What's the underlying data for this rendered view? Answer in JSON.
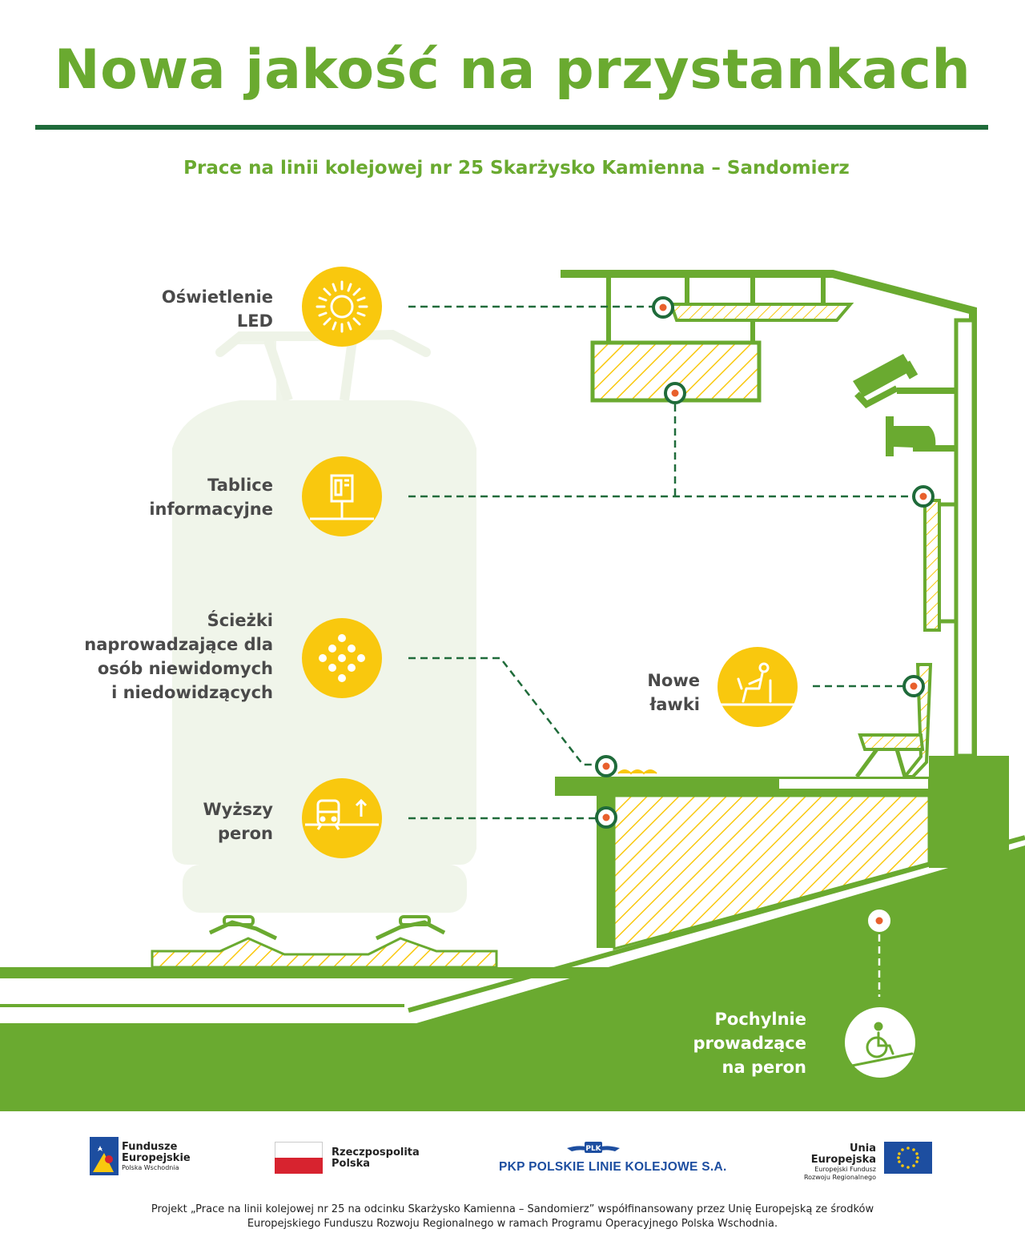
{
  "title": "Nowa jakość na przystankach",
  "subtitle": "Prace na linii kolejowej nr 25 Skarżysko Kamienna – Sandomierz",
  "features": [
    {
      "id": "led",
      "lines": [
        "Oświetlenie",
        "LED"
      ],
      "icon": "sun-icon"
    },
    {
      "id": "boards",
      "lines": [
        "Tablice",
        "informacyjne"
      ],
      "icon": "info-board-icon"
    },
    {
      "id": "tactile",
      "lines": [
        "Ścieżki",
        "naprowadzające dla",
        "osób niewidomych",
        "i niedowidzących"
      ],
      "icon": "tactile-dots-icon"
    },
    {
      "id": "platform",
      "lines": [
        "Wyższy",
        "peron"
      ],
      "icon": "train-platform-icon"
    },
    {
      "id": "benches",
      "lines": [
        "Nowe",
        "ławki"
      ],
      "icon": "seated-person-icon"
    },
    {
      "id": "ramps",
      "lines": [
        "Pochylnie",
        "prowadzące",
        "na peron"
      ],
      "icon": "wheelchair-icon"
    }
  ],
  "logos": {
    "fe_line1": "Fundusze",
    "fe_line2": "Europejskie",
    "fe_small": "Polska Wschodnia",
    "rp_line1": "Rzeczpospolita",
    "rp_line2": "Polska",
    "plk_emblem": "PLK",
    "plk_name": "PKP POLSKIE LINIE KOLEJOWE S.A.",
    "ue_line1": "Unia Europejska",
    "ue_small1": "Europejski Fundusz",
    "ue_small2": "Rozwoju Regionalnego"
  },
  "footnote": {
    "line1": "Projekt „Prace na linii kolejowej nr 25 na odcinku Skarżysko Kamienna – Sandomierz” współfinansowany przez Unię Europejską ze środków",
    "line2": "Europejskiego Funduszu Rozwoju Regionalnego w ramach Programu Operacyjnego Polska Wschodnia."
  },
  "colors": {
    "green": "#6aaa30",
    "dark_green": "#1f6b3a",
    "yellow": "#f9c80e",
    "pale_green": "#f0f5ea",
    "marker_orange": "#e8602c"
  }
}
